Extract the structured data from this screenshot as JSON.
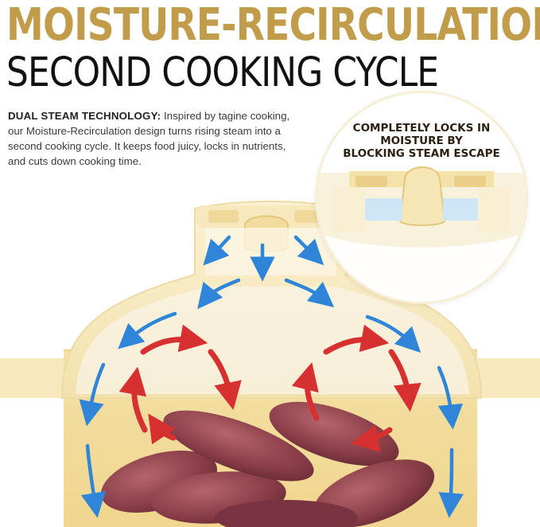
{
  "headline": "MOISTURE-RECIRCULATION",
  "subheadline": "SECOND COOKING CYCLE",
  "description": {
    "lead": "DUAL STEAM TECHNOLOGY:",
    "body": " Inspired by tagine cooking, our Moisture-Recirculation design turns rising steam into a second cooking cycle. It keeps food juicy, locks in nutrients, and cuts down cooking time."
  },
  "callout": {
    "line1": "COMPLETELY LOCKS IN",
    "line2": "MOISTURE BY",
    "line3": "BLOCKING STEAM ESCAPE"
  },
  "colors": {
    "headline_gold": "#c19c4a",
    "pot_cream": "#f7e6b2",
    "steam_blue": "#2f86d8",
    "heat_red": "#d63031",
    "sweet_potato": "#8a3e48"
  },
  "icons": [
    "steam-arrow-icon",
    "heat-arrow-icon"
  ]
}
